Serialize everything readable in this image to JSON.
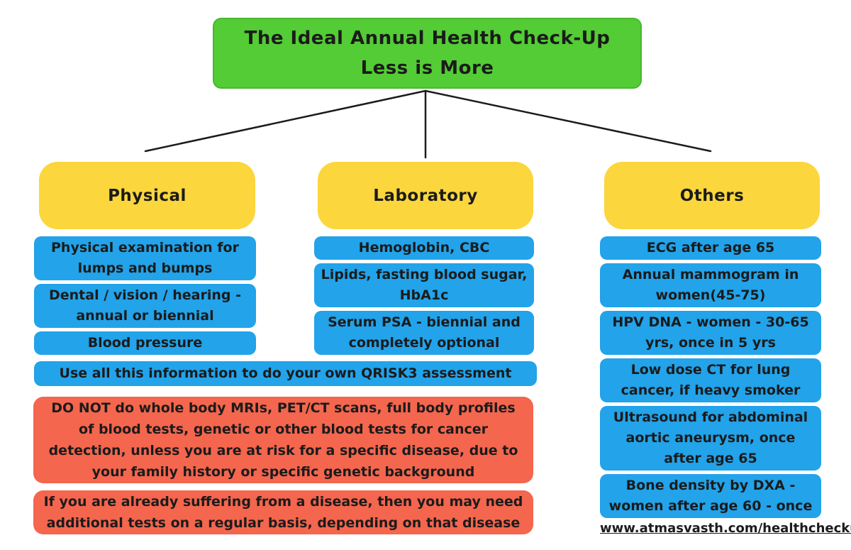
{
  "colors": {
    "green": "#53cc35",
    "yellow": "#fbd63c",
    "blue": "#22a3ea",
    "red": "#f4664e",
    "ink": "#1b1b1b"
  },
  "title": {
    "line1": "The Ideal Annual Health Check-Up",
    "line2": "Less is More"
  },
  "columns": [
    {
      "header": "Physical",
      "items": [
        "Physical examination for lumps and bumps",
        "Dental / vision / hearing - annual or biennial",
        "Blood pressure"
      ]
    },
    {
      "header": "Laboratory",
      "items": [
        "Hemoglobin, CBC",
        "Lipids, fasting blood sugar, HbA1c",
        "Serum PSA - biennial and completely optional"
      ]
    },
    {
      "header": "Others",
      "items": [
        "ECG after age 65",
        "Annual mammogram  in women(45-75)",
        "HPV DNA - women - 30-65 yrs, once in 5 yrs",
        "Low dose CT for lung cancer, if heavy smoker",
        "Ultrasound for abdominal aortic aneurysm, once after age 65",
        "Bone density by DXA - women after age 60 - once"
      ]
    }
  ],
  "banner": "Use all this information to do your own QRISK3 assessment",
  "warnings": [
    "DO NOT do whole body MRIs, PET/CT scans, full body profiles of blood tests, genetic or other blood tests for cancer detection, unless you are at risk for a specific disease, due to your family history or specific genetic background",
    "If you are already suffering from a disease, then you may need additional tests on a regular basis, depending on that disease"
  ],
  "link": "www.atmasvasth.com/healthcheckup"
}
